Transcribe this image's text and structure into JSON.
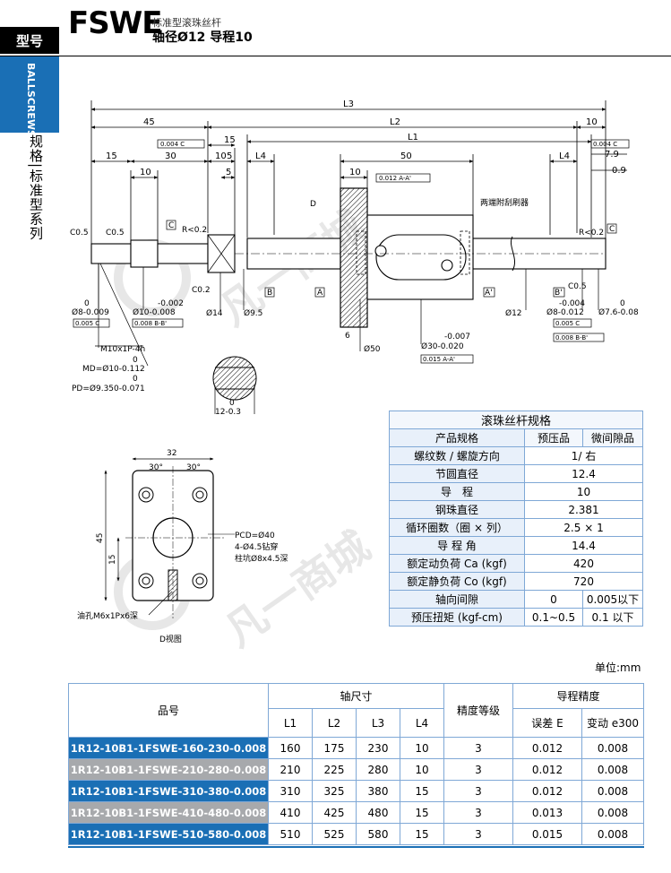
{
  "header": {
    "tab_label": "型号",
    "code": "FSWE",
    "subtitle": "标准型滚珠丝杆",
    "spec_line": "轴径Ø12 导程10"
  },
  "side": {
    "ballscrews": "BALLSCREWS",
    "category": "规格|标准型系列"
  },
  "drawing": {
    "dims": {
      "l3": "L3",
      "l2": "L2",
      "l1": "L1",
      "l4a": "L4",
      "l4b": "L4",
      "d45": "45",
      "d10a": "10",
      "d15a": "15",
      "d30": "30",
      "d10b": "10",
      "d15b": "15",
      "d10c": "10",
      "d5a": "5",
      "d5b": "5",
      "d50": "50",
      "d10d": "10",
      "d7_9": "7.9",
      "d0_9": "0.9"
    },
    "labels": {
      "c05a": "C0.5",
      "c05b": "C0.5",
      "r02a": "R<0.2",
      "r02b": "R<0.2",
      "c02": "C0.2",
      "c05c": "C0.5",
      "d_arrow": "D",
      "wiper": "两端附刮刷器",
      "dia14": "Ø14",
      "dia95": "Ø9.5",
      "dia12": "Ø12",
      "dia50": "Ø50",
      "d6": "6",
      "dia8_0": "0",
      "dia8": "Ø8-0.009",
      "dia10_0": "-0.002",
      "dia10": "Ø10-0.008",
      "dia8b_0": "-0.004",
      "dia8b": "Ø8-0.012",
      "dia76_0": "0",
      "dia76": "Ø7.6-0.08",
      "dia30_0": "-0.007",
      "dia30": "Ø30-0.020",
      "thread": "M10x1P-4h",
      "md0": "0",
      "md": "MD=Ø10-0.112",
      "pd0": "0",
      "pd": "PD=Ø9.350-0.071",
      "flat0": "0",
      "flat": "12-0.3",
      "tol1": "0.004 C",
      "tol2": "0.004 C",
      "tol3": "0.012 A-A'",
      "tol4": "0.005 C",
      "tol5": "0.008 B-B'",
      "tol6": "0.005 C",
      "tol7": "0.008 B-B'",
      "tol8": "0.015 A-A'",
      "datum_a": "A",
      "datum_a2": "A'",
      "datum_b": "B",
      "datum_b2": "B'",
      "datum_c": "C",
      "datum_c2": "C"
    },
    "dview": {
      "w32": "32",
      "ang1": "30°",
      "ang2": "30°",
      "h45": "45",
      "h15": "15",
      "pcd": "PCD=Ø40",
      "holes": "4-Ø4.5钻穿",
      "cbore": "柱坑Ø8x4.5深",
      "oil": "油孔M6x1Px6深",
      "caption": "D视图"
    },
    "watermark": "凡一商城"
  },
  "spec_table": {
    "title": "滚珠丝杆规格",
    "col_headers": [
      "产品规格",
      "预压品",
      "微间隙品"
    ],
    "rows": [
      {
        "label": "螺纹数 / 螺旋方向",
        "value": "1/ 右"
      },
      {
        "label": "节圆直径",
        "value": "12.4"
      },
      {
        "label": "导　程",
        "value": "10"
      },
      {
        "label": "钢珠直径",
        "value": "2.381"
      },
      {
        "label": "循环圈数（圈 × 列）",
        "value": "2.5 × 1"
      },
      {
        "label": "导 程 角",
        "value": "14.4"
      },
      {
        "label": "额定动负荷 Ca (kgf)",
        "value": "420"
      },
      {
        "label": "额定静负荷 Co (kgf)",
        "value": "720"
      },
      {
        "label": "轴向间隙",
        "v1": "0",
        "v2": "0.005以下"
      },
      {
        "label": "预压扭矩 (kgf-cm)",
        "v1": "0.1~0.5",
        "v2": "0.1 以下"
      }
    ]
  },
  "unit": "单位:mm",
  "model_table": {
    "h_model": "品号",
    "h_shaft": "轴尺寸",
    "h_grade": "精度等级",
    "h_lead": "导程精度",
    "h_l1": "L1",
    "h_l2": "L2",
    "h_l3": "L3",
    "h_l4": "L4",
    "h_err": "误差 E",
    "h_var": "变动 e300",
    "rows": [
      {
        "model": "1R12-10B1-1FSWE-160-230-0.008",
        "l1": "160",
        "l2": "175",
        "l3": "230",
        "l4": "10",
        "grade": "3",
        "e": "0.012",
        "var": "0.008",
        "color": "blue"
      },
      {
        "model": "1R12-10B1-1FSWE-210-280-0.008",
        "l1": "210",
        "l2": "225",
        "l3": "280",
        "l4": "10",
        "grade": "3",
        "e": "0.012",
        "var": "0.008",
        "color": "gray"
      },
      {
        "model": "1R12-10B1-1FSWE-310-380-0.008",
        "l1": "310",
        "l2": "325",
        "l3": "380",
        "l4": "15",
        "grade": "3",
        "e": "0.012",
        "var": "0.008",
        "color": "blue"
      },
      {
        "model": "1R12-10B1-1FSWE-410-480-0.008",
        "l1": "410",
        "l2": "425",
        "l3": "480",
        "l4": "15",
        "grade": "3",
        "e": "0.013",
        "var": "0.008",
        "color": "gray"
      },
      {
        "model": "1R12-10B1-1FSWE-510-580-0.008",
        "l1": "510",
        "l2": "525",
        "l3": "580",
        "l4": "15",
        "grade": "3",
        "e": "0.015",
        "var": "0.008",
        "color": "blue"
      }
    ]
  }
}
